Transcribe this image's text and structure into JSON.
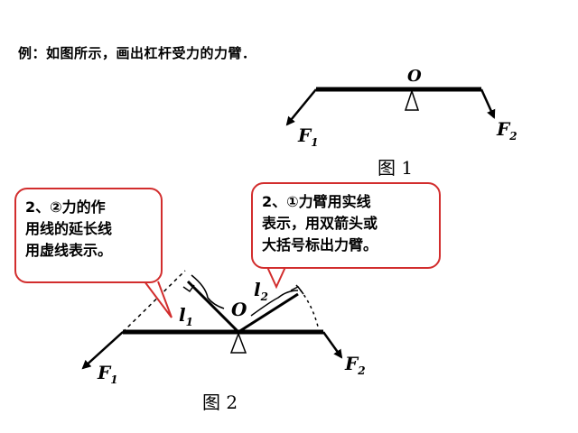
{
  "intro_text": "例：如图所示，画出杠杆受力的力臂．",
  "figure1": {
    "caption": "图 1",
    "pivot_label": "O",
    "force_left": "F",
    "force_left_sub": "1",
    "force_right": "F",
    "force_right_sub": "2"
  },
  "figure2": {
    "caption": "图 2",
    "pivot_label": "O",
    "force_left": "F",
    "force_left_sub": "1",
    "force_right": "F",
    "force_right_sub": "2",
    "arm_left": "l",
    "arm_left_sub": "1",
    "arm_right": "l",
    "arm_right_sub": "2"
  },
  "callout_left": "2、②力的作\n用线的延长线\n用虚线表示。",
  "callout_right": "2、①力臂用实线\n表示，用双箭头或\n大括号标出力臂。",
  "colors": {
    "callout_border": "#d22d2d",
    "ink": "#000000"
  }
}
